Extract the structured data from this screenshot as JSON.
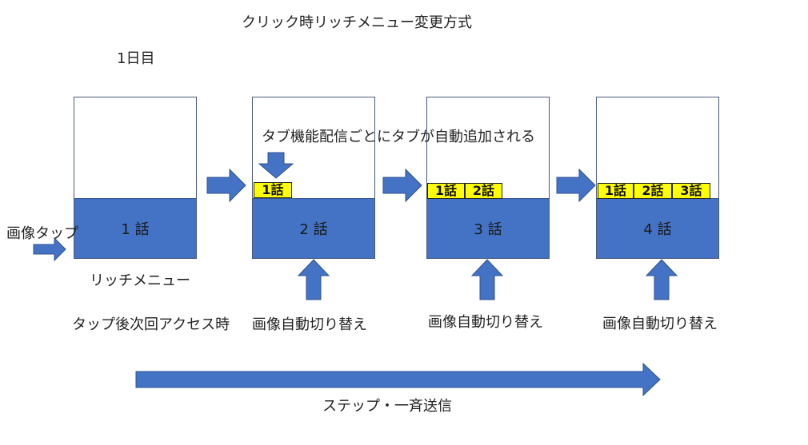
{
  "title": "クリック時リッチメニュー変更方式",
  "day_label": "1日目",
  "tab_note": "タブ機能配信ごとにタブが自動追加される",
  "image_tap_label": "画像タップ",
  "rich_menu_label": "リッチメニュー",
  "next_access_label": "タップ後次回アクセス時",
  "auto_switch_label": "画像自動切り替え",
  "step_broadcast_label": "ステップ・一斉送信",
  "screens": [
    {
      "menu_label": "1 話",
      "tabs": []
    },
    {
      "menu_label": "2 話",
      "tabs": [
        "1話"
      ]
    },
    {
      "menu_label": "3 話",
      "tabs": [
        "1話",
        "2話"
      ]
    },
    {
      "menu_label": "4 話",
      "tabs": [
        "1話",
        "2話",
        "3話"
      ]
    }
  ],
  "colors": {
    "menu_blue": "#4472c4",
    "tab_yellow": "#ffff00",
    "arrow_blue": "#4472c4"
  }
}
